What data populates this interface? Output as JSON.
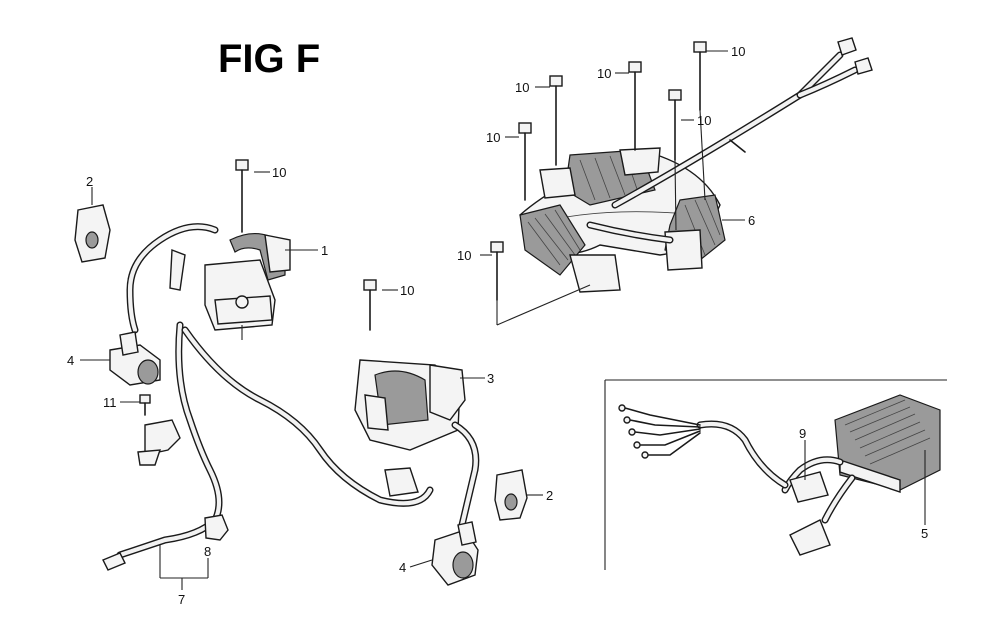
{
  "figure": {
    "title": "FIG F"
  },
  "callouts": [
    {
      "id": "c1",
      "label": "1"
    },
    {
      "id": "c2a",
      "label": "2"
    },
    {
      "id": "c2b",
      "label": "2"
    },
    {
      "id": "c3",
      "label": "3"
    },
    {
      "id": "c4a",
      "label": "4"
    },
    {
      "id": "c4b",
      "label": "4"
    },
    {
      "id": "c5",
      "label": "5"
    },
    {
      "id": "c6",
      "label": "6"
    },
    {
      "id": "c7",
      "label": "7"
    },
    {
      "id": "c8",
      "label": "8"
    },
    {
      "id": "c9",
      "label": "9"
    },
    {
      "id": "c10a",
      "label": "10"
    },
    {
      "id": "c10b",
      "label": "10"
    },
    {
      "id": "c10c",
      "label": "10"
    },
    {
      "id": "c10d",
      "label": "10"
    },
    {
      "id": "c10e",
      "label": "10"
    },
    {
      "id": "c10f",
      "label": "10"
    },
    {
      "id": "c10g",
      "label": "10"
    },
    {
      "id": "c10h",
      "label": "10"
    },
    {
      "id": "c11",
      "label": "11"
    }
  ]
}
